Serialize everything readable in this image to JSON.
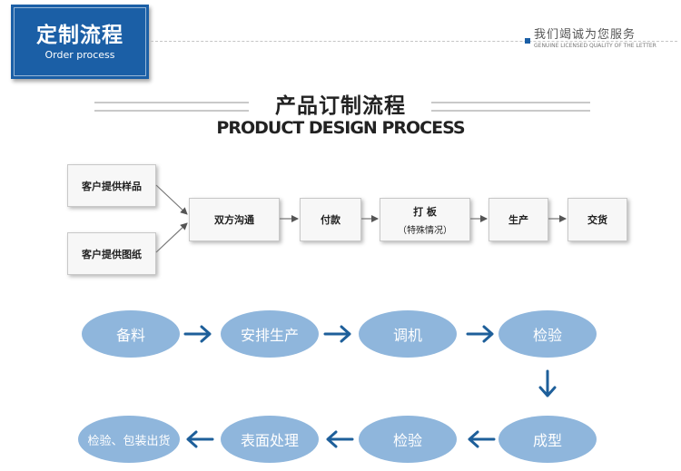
{
  "header": {
    "title": "定制流程",
    "subtitle": "Order process",
    "tagline_cn": "我们竭诚为您服务",
    "tagline_en": "GENUINE LICENSED QUALITY OF THE LETTER"
  },
  "section": {
    "title": "产品订制流程",
    "subtitle": "PRODUCT DESIGN PROCESS"
  },
  "flow_top": {
    "inputs": [
      "客户提供样品",
      "客户提供图纸"
    ],
    "steps": [
      "双方沟通",
      "付款",
      "打 板",
      "生产",
      "交货"
    ],
    "step_note": "（特殊情况）"
  },
  "flow_bottom": {
    "row1": [
      "备料",
      "安排生产",
      "调机",
      "检验"
    ],
    "row2": [
      "成型",
      "检验",
      "表面处理",
      "检验、包装出货"
    ]
  },
  "colors": {
    "brand_blue": "#1b5fa6",
    "ellipse_fill": "#8fb6dc",
    "arrow_blue": "#1e5f9a"
  }
}
